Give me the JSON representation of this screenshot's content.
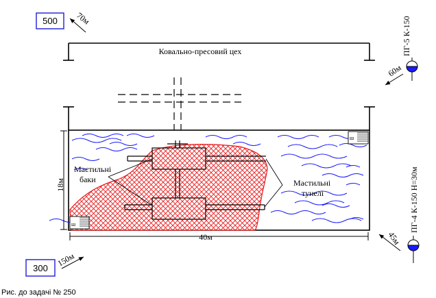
{
  "workshop_label": "Ковально-пресовий цех",
  "dist_top_left": "70м",
  "dist_right_top": "60м",
  "dist_bottom_left": "150м",
  "dist_bottom_right": "45м",
  "width_label": "40м",
  "height_label": "18м",
  "box_top": "500",
  "box_bottom": "300",
  "oil_tanks_line1": "Мастильні",
  "oil_tanks_line2": "баки",
  "oil_tunnels_line1": "Мастильні",
  "oil_tunnels_line2": "тунелі",
  "hydrant_top": "ПГ-5 К-150",
  "hydrant_bottom": "ПГ-4 К-150 Н=30м",
  "stair_mark_left": "ш",
  "stair_mark_right": "ш",
  "caption": "Рис. до задачі № 250",
  "colors": {
    "outline": "#000000",
    "water": "#1a1aff",
    "fire": "#e8191b",
    "label_box": "#2b2bd6"
  }
}
